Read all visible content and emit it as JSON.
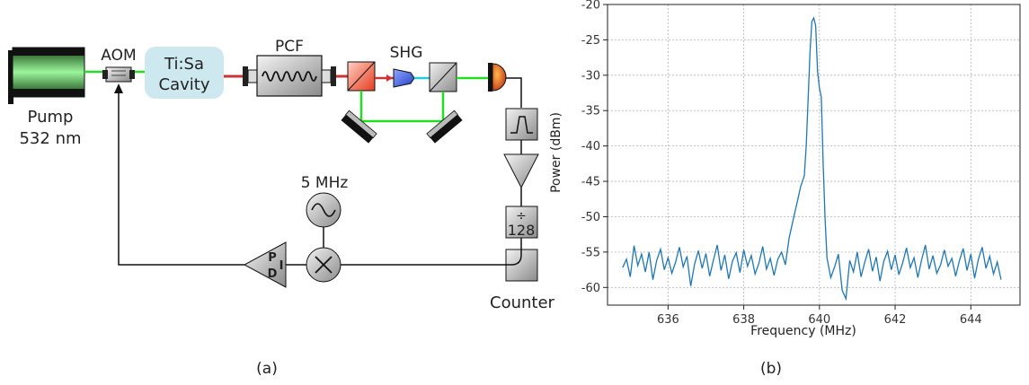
{
  "diagram": {
    "labels": {
      "pump": "Pump",
      "pump_wavelength": "532 nm",
      "aom": "AOM",
      "cavity_line1": "Ti:Sa",
      "cavity_line2": "Cavity",
      "pcf": "PCF",
      "shg": "SHG",
      "freq_source": "5 MHz",
      "divider_symbol": "÷",
      "divider_value": "128",
      "counter": "Counter",
      "pid_p": "P",
      "pid_i": "I",
      "pid_d": "D"
    },
    "colors": {
      "green_beam": "#22dd22",
      "red_beam": "#cc3333",
      "cavity_fill": "#cde8ef",
      "signal_line": "#111111",
      "shg_crystal": "#3b5bdb",
      "detector": "#d9531e"
    },
    "icons": [
      "sine-wave-icon",
      "mixer-icon",
      "bandpass-filter-icon",
      "amplifier-icon",
      "pid-amplifier-icon",
      "photodiode-icon"
    ]
  },
  "chart_data": {
    "type": "line",
    "xlabel": "Frequency (MHz)",
    "ylabel": "Power (dBm)",
    "xlim": [
      634.4,
      645.3
    ],
    "ylim": [
      -62.5,
      -20.0
    ],
    "xticks": [
      636,
      638,
      640,
      642,
      644
    ],
    "yticks": [
      -60,
      -55,
      -50,
      -45,
      -40,
      -35,
      -30,
      -25,
      -20
    ],
    "grid": true,
    "color": "#1f77b4",
    "x": [
      634.8,
      634.9,
      635.0,
      635.1,
      635.2,
      635.3,
      635.4,
      635.5,
      635.6,
      635.7,
      635.8,
      635.9,
      636.0,
      636.1,
      636.2,
      636.3,
      636.4,
      636.5,
      636.6,
      636.7,
      636.8,
      636.9,
      637.0,
      637.1,
      637.2,
      637.3,
      637.4,
      637.5,
      637.6,
      637.7,
      637.8,
      637.9,
      638.0,
      638.1,
      638.2,
      638.3,
      638.4,
      638.5,
      638.6,
      638.7,
      638.8,
      638.9,
      639.0,
      639.1,
      639.2,
      639.3,
      639.4,
      639.5,
      639.6,
      639.65,
      639.7,
      639.75,
      639.8,
      639.85,
      639.9,
      639.95,
      640.0,
      640.05,
      640.1,
      640.15,
      640.2,
      640.3,
      640.4,
      640.5,
      640.6,
      640.7,
      640.8,
      640.9,
      641.0,
      641.1,
      641.2,
      641.3,
      641.4,
      641.5,
      641.6,
      641.7,
      641.8,
      641.9,
      642.0,
      642.1,
      642.2,
      642.3,
      642.4,
      642.5,
      642.6,
      642.7,
      642.8,
      642.9,
      643.0,
      643.1,
      643.2,
      643.3,
      643.4,
      643.5,
      643.6,
      643.7,
      643.8,
      643.9,
      644.0,
      644.1,
      644.2,
      644.3,
      644.4,
      644.5,
      644.6,
      644.7,
      644.8
    ],
    "y": [
      -57.2,
      -56.0,
      -58.5,
      -54.1,
      -56.9,
      -55.3,
      -57.8,
      -55.0,
      -58.9,
      -56.2,
      -54.6,
      -57.5,
      -55.8,
      -58.0,
      -56.4,
      -54.3,
      -57.1,
      -55.6,
      -59.8,
      -56.7,
      -54.8,
      -57.3,
      -55.2,
      -58.4,
      -56.1,
      -54.0,
      -57.6,
      -55.4,
      -58.8,
      -56.3,
      -55.1,
      -57.9,
      -54.7,
      -57.0,
      -55.5,
      -58.1,
      -56.6,
      -54.2,
      -57.4,
      -55.9,
      -58.3,
      -56.0,
      -55.0,
      -56.8,
      -53.0,
      -50.6,
      -48.2,
      -45.8,
      -44.2,
      -40.0,
      -33.5,
      -26.8,
      -22.4,
      -21.9,
      -23.0,
      -29.4,
      -31.8,
      -33.1,
      -42.7,
      -50.3,
      -55.8,
      -58.6,
      -57.1,
      -55.3,
      -60.4,
      -61.6,
      -56.2,
      -57.8,
      -55.0,
      -58.5,
      -56.4,
      -54.6,
      -57.7,
      -55.7,
      -59.1,
      -56.3,
      -54.9,
      -57.5,
      -55.4,
      -58.2,
      -56.5,
      -54.4,
      -57.2,
      -55.8,
      -58.6,
      -56.1,
      -54.0,
      -57.4,
      -55.5,
      -58.0,
      -56.8,
      -54.7,
      -57.0,
      -55.9,
      -58.4,
      -56.2,
      -54.5,
      -57.6,
      -55.3,
      -58.7,
      -56.0,
      -54.3,
      -57.3,
      -55.6,
      -58.1,
      -56.4,
      -58.9
    ]
  },
  "captions": {
    "a": "(a)",
    "b": "(b)"
  }
}
